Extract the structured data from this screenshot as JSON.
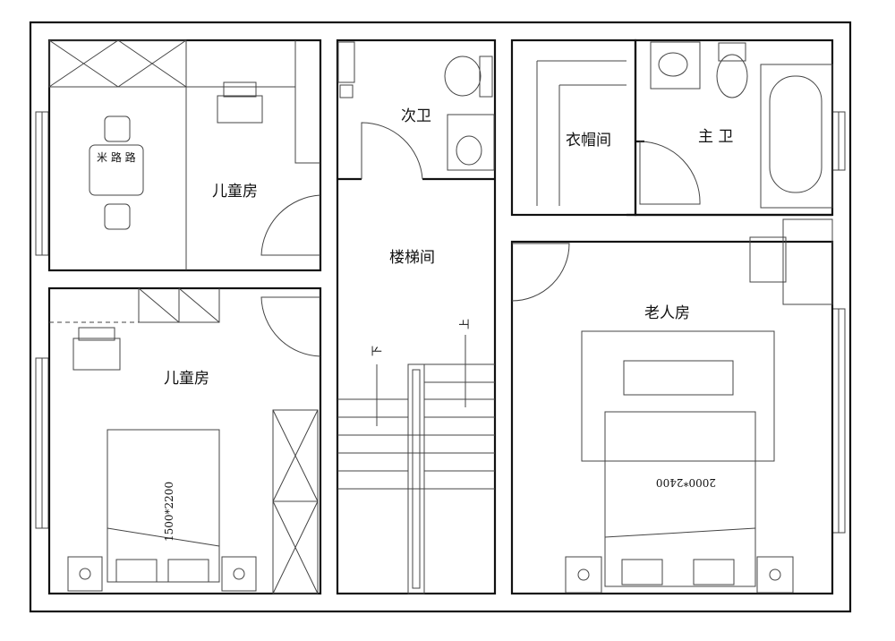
{
  "rooms": {
    "kids_room_top": "儿童房",
    "kids_room_bottom": "儿童房",
    "secondary_bath": "次卫",
    "stairwell": "楼梯间",
    "cloakroom": "衣帽间",
    "master_bath": "主 卫",
    "elder_room": "老人房"
  },
  "stairs": {
    "down": "下",
    "up": "上"
  },
  "beds": {
    "kids_bed_size": "1500*2200",
    "elder_bed_size": "2000*2400"
  },
  "rug_text": "米 路 路"
}
